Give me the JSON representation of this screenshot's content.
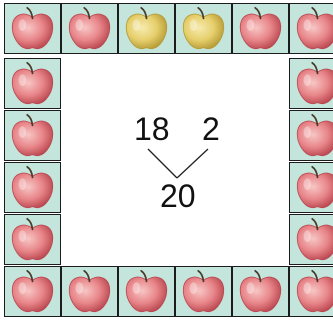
{
  "number_bond": {
    "part_left": "18",
    "part_right": "2",
    "whole": "20"
  },
  "apples": {
    "total": 20,
    "red_count": 18,
    "yellow_count": 2,
    "tile_background": "#c3e5dc",
    "red_apple_color": "#e8868a",
    "yellow_apple_color": "#e6cf6c",
    "tiles": [
      {
        "color": "red"
      },
      {
        "color": "red"
      },
      {
        "color": "yellow"
      },
      {
        "color": "yellow"
      },
      {
        "color": "red"
      },
      {
        "color": "red"
      },
      {
        "color": "red"
      },
      {
        "color": "red"
      },
      {
        "color": "red"
      },
      {
        "color": "red"
      },
      {
        "color": "red"
      },
      {
        "color": "red"
      },
      {
        "color": "red"
      },
      {
        "color": "red"
      },
      {
        "color": "red"
      },
      {
        "color": "red"
      },
      {
        "color": "red"
      },
      {
        "color": "red"
      },
      {
        "color": "red"
      },
      {
        "color": "red"
      }
    ]
  }
}
